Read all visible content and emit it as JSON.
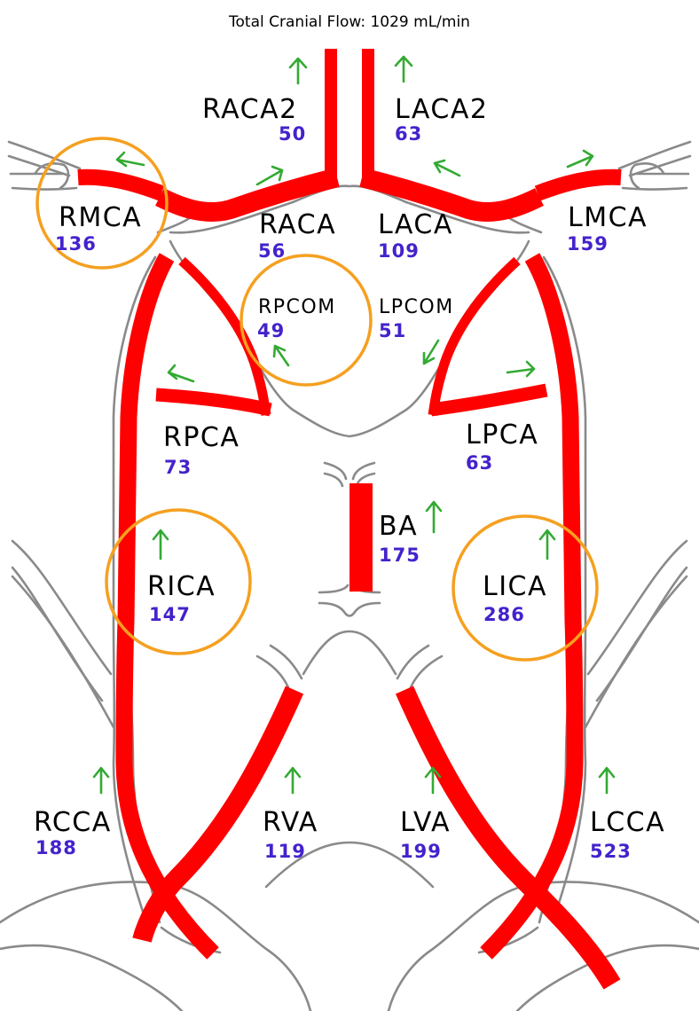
{
  "title": "Total Cranial Flow: 1029 mL/min",
  "colors": {
    "artery_red": "#ff0000",
    "outline_gray": "#8a8a8a",
    "vessel_gray": "#bcbcbc",
    "flow_text": "#4422cc",
    "arrow_green": "#33aa33",
    "highlight_orange": "#f5a020"
  },
  "icons": {
    "flow_direction": "arrow-icon",
    "highlight": "circle-highlight"
  },
  "vessels": {
    "raca2": {
      "label": "RACA2",
      "flow": "50"
    },
    "laca2": {
      "label": "LACA2",
      "flow": "63"
    },
    "rmca": {
      "label": "RMCA",
      "flow": "136"
    },
    "raca": {
      "label": "RACA",
      "flow": "56"
    },
    "laca": {
      "label": "LACA",
      "flow": "109"
    },
    "lmca": {
      "label": "LMCA",
      "flow": "159"
    },
    "rpcom": {
      "label": "RPCOM",
      "flow": "49"
    },
    "lpcom": {
      "label": "LPCOM",
      "flow": "51"
    },
    "rpca": {
      "label": "RPCA",
      "flow": "73"
    },
    "lpca": {
      "label": "LPCA",
      "flow": "63"
    },
    "ba": {
      "label": "BA",
      "flow": "175"
    },
    "rica": {
      "label": "RICA",
      "flow": "147"
    },
    "lica": {
      "label": "LICA",
      "flow": "286"
    },
    "rcca": {
      "label": "RCCA",
      "flow": "188"
    },
    "rva": {
      "label": "RVA",
      "flow": "119"
    },
    "lva": {
      "label": "LVA",
      "flow": "199"
    },
    "lcca": {
      "label": "LCCA",
      "flow": "523"
    }
  },
  "highlighted_vessels": [
    "RMCA",
    "RPCOM",
    "RICA",
    "LICA"
  ]
}
